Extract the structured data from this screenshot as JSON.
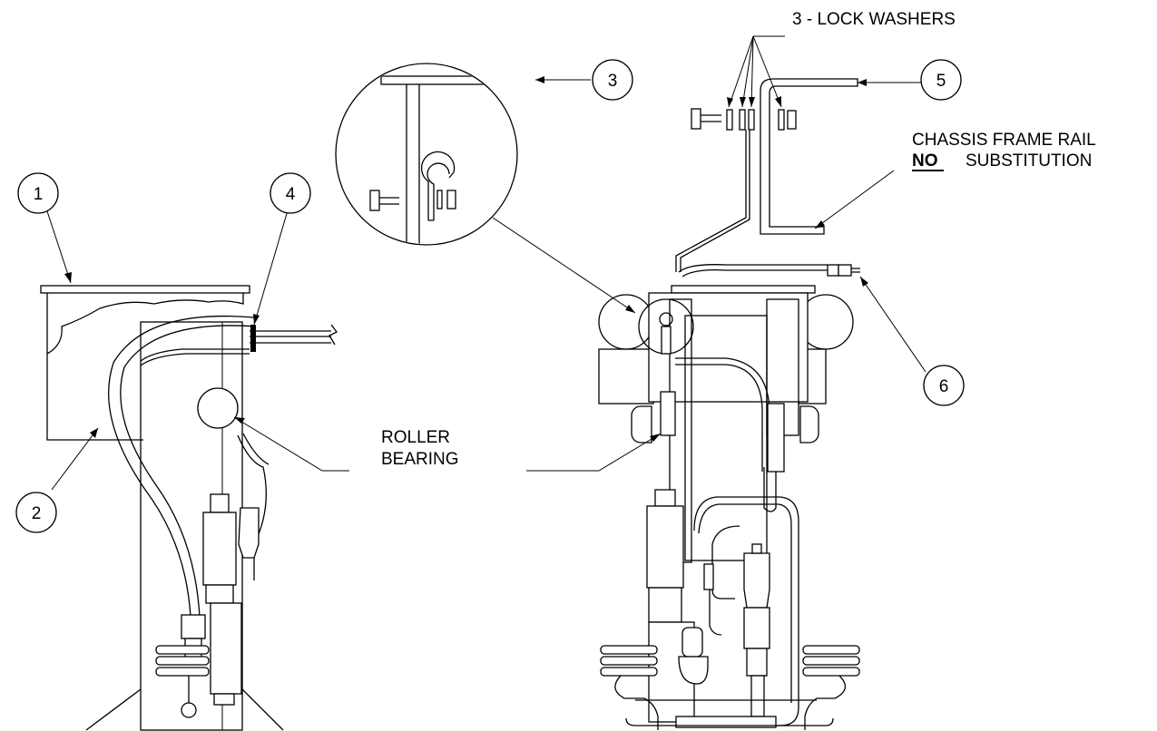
{
  "callouts": {
    "c1": "1",
    "c2": "2",
    "c3": "3",
    "c4": "4",
    "c5": "5",
    "c6": "6"
  },
  "labels": {
    "lock_washers": "3 - LOCK WASHERS",
    "chassis_line1": "CHASSIS FRAME RAIL",
    "chassis_no": "NO",
    "chassis_sub": "SUBSTITUTION",
    "roller_line1": "ROLLER",
    "roller_line2": "BEARING"
  }
}
